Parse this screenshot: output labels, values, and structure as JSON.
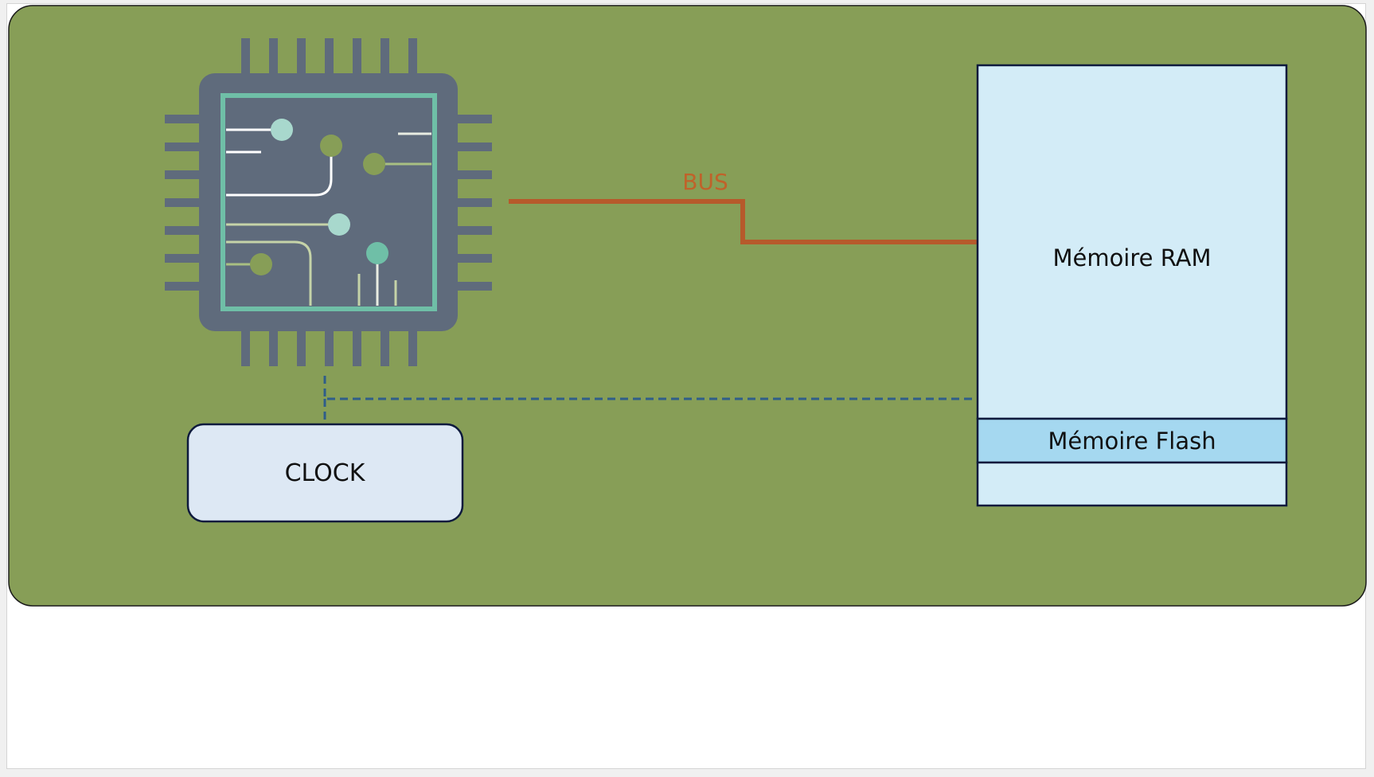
{
  "diagram": {
    "bus_label": "BUS",
    "clock_label": "CLOCK",
    "ram_label": "Mémoire RAM",
    "flash_label": "Mémoire Flash"
  },
  "colors": {
    "board": "#879e57",
    "board_border": "#1a1a1a",
    "chip_body": "#5f6b7c",
    "chip_frame": "#6fbfa7",
    "bus_line": "#b65a2b",
    "bus_text": "#c0622a",
    "dashed_link": "#2f5d8a",
    "clock_fill": "#dde8f4",
    "ram_fill": "#d3ecf7",
    "flash_fill": "#a5d8f0",
    "outline": "#0e1a3d"
  }
}
